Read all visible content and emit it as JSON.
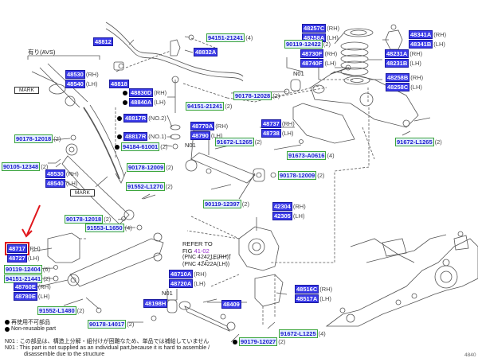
{
  "diagram": {
    "title_group": "有り(AVS)",
    "mark_label": "MARK",
    "n01_label": "N01",
    "highlight_color": "#e0161b",
    "main_label_color": "#3a3ae8",
    "std_label_border": "#3ca53c",
    "refer": {
      "line1": "REFER TO",
      "fig_prefix": "FIG",
      "fig_number": "41-02",
      "pnc1": "(PNC  42421E(RH))",
      "pnc2": "(PNC  42422A(LH))"
    },
    "labels": [
      {
        "id": "48812",
        "parts": [
          {
            "pn": "48812",
            "kind": "main"
          }
        ]
      },
      {
        "id": "48832a",
        "parts": [
          {
            "pn": "48832A",
            "kind": "main"
          }
        ]
      },
      {
        "id": "48818",
        "parts": [
          {
            "pn": "48818",
            "kind": "main"
          }
        ]
      },
      {
        "id": "94151-top",
        "parts": [
          {
            "pn": "94151-21241",
            "kind": "std",
            "suffix": "(4)"
          }
        ]
      },
      {
        "id": "94151-mid",
        "parts": [
          {
            "pn": "94151-21241",
            "kind": "std",
            "suffix": "(2)"
          }
        ]
      },
      {
        "id": "48530-avs",
        "parts": [
          {
            "pn": "48530",
            "kind": "main",
            "suffix": "(RH)"
          },
          {
            "pn": "48540",
            "kind": "main",
            "suffix": "(LH)"
          }
        ]
      },
      {
        "id": "48830",
        "parts": [
          {
            "pn": "48830D",
            "kind": "main",
            "suffix": "(RH)",
            "nonreusable": true
          },
          {
            "pn": "48840A",
            "kind": "main",
            "suffix": "(LH)",
            "nonreusable": true
          }
        ]
      },
      {
        "id": "48817r-2",
        "parts": [
          {
            "pn": "48817R",
            "kind": "main",
            "suffix": "(NO.2)",
            "nonreusable": true
          }
        ]
      },
      {
        "id": "48817r-1",
        "parts": [
          {
            "pn": "48817R",
            "kind": "main",
            "suffix": "(NO.1)",
            "nonreusable": true
          }
        ]
      },
      {
        "id": "94184",
        "parts": [
          {
            "pn": "94184-61001",
            "kind": "std",
            "suffix": "(2)",
            "nonreusable": true
          }
        ]
      },
      {
        "id": "90178-12018a",
        "parts": [
          {
            "pn": "90178-12018",
            "kind": "std",
            "suffix": "(2)"
          }
        ]
      },
      {
        "id": "90105",
        "parts": [
          {
            "pn": "90105-12348",
            "kind": "std",
            "suffix": "(2)"
          }
        ]
      },
      {
        "id": "48530-shock",
        "parts": [
          {
            "pn": "48530",
            "kind": "main",
            "suffix": "(RH)"
          },
          {
            "pn": "48540",
            "kind": "main",
            "suffix": "(LH)"
          }
        ]
      },
      {
        "id": "90178-12009a",
        "parts": [
          {
            "pn": "90178-12009",
            "kind": "std",
            "suffix": "(2)"
          }
        ]
      },
      {
        "id": "91552-l1270",
        "parts": [
          {
            "pn": "91552-L1270",
            "kind": "std",
            "suffix": "(2)"
          }
        ]
      },
      {
        "id": "90178-12018b",
        "parts": [
          {
            "pn": "90178-12018",
            "kind": "std",
            "suffix": "(2)"
          }
        ]
      },
      {
        "id": "91553",
        "parts": [
          {
            "pn": "91553-L1650",
            "kind": "std",
            "suffix": "(4)"
          }
        ]
      },
      {
        "id": "48770",
        "parts": [
          {
            "pn": "48770A",
            "kind": "main",
            "suffix": "(RH)"
          },
          {
            "pn": "48790",
            "kind": "main",
            "suffix": "(LH)"
          }
        ]
      },
      {
        "id": "91672-l1265a",
        "parts": [
          {
            "pn": "91672-L1265",
            "kind": "std",
            "suffix": "(2)"
          }
        ]
      },
      {
        "id": "90119-12397",
        "parts": [
          {
            "pn": "90119-12397",
            "kind": "std",
            "suffix": "(2)"
          }
        ]
      },
      {
        "id": "90178-12009b",
        "parts": [
          {
            "pn": "90178-12009",
            "kind": "std",
            "suffix": "(2)"
          }
        ]
      },
      {
        "id": "90178-12028",
        "parts": [
          {
            "pn": "90178-12028",
            "kind": "std",
            "suffix": "(2)"
          }
        ]
      },
      {
        "id": "48737",
        "parts": [
          {
            "pn": "48737",
            "kind": "main",
            "suffix": "(RH)"
          },
          {
            "pn": "48738",
            "kind": "main",
            "suffix": "(LH)"
          }
        ]
      },
      {
        "id": "91673",
        "parts": [
          {
            "pn": "91673-A0616",
            "kind": "std",
            "suffix": "(4)"
          }
        ]
      },
      {
        "id": "91672-l1265b",
        "parts": [
          {
            "pn": "91672-L1265",
            "kind": "std",
            "suffix": "(2)"
          }
        ]
      },
      {
        "id": "48257",
        "parts": [
          {
            "pn": "48257C",
            "kind": "main",
            "suffix": "(RH)"
          },
          {
            "pn": "48258A",
            "kind": "main",
            "suffix": "(LH)"
          }
        ]
      },
      {
        "id": "90119-12422",
        "parts": [
          {
            "pn": "90119-12422",
            "kind": "std",
            "suffix": "(2)"
          }
        ]
      },
      {
        "id": "48730",
        "parts": [
          {
            "pn": "48730F",
            "kind": "main",
            "suffix": "(RH)"
          },
          {
            "pn": "48740F",
            "kind": "main",
            "suffix": "(LH)"
          }
        ]
      },
      {
        "id": "48341",
        "parts": [
          {
            "pn": "48341A",
            "kind": "main",
            "suffix": "(RH)"
          },
          {
            "pn": "48341B",
            "kind": "main",
            "suffix": "(LH)"
          }
        ]
      },
      {
        "id": "48231",
        "parts": [
          {
            "pn": "48231A",
            "kind": "main",
            "suffix": "(RH)"
          },
          {
            "pn": "48231B",
            "kind": "main",
            "suffix": "(LH)"
          }
        ]
      },
      {
        "id": "48258",
        "parts": [
          {
            "pn": "48258B",
            "kind": "main",
            "suffix": "(RH)"
          },
          {
            "pn": "48258C",
            "kind": "main",
            "suffix": "(LH)"
          }
        ]
      },
      {
        "id": "42304",
        "parts": [
          {
            "pn": "42304",
            "kind": "main",
            "suffix": "(RH)"
          },
          {
            "pn": "42305",
            "kind": "main",
            "suffix": "(LH)"
          }
        ]
      },
      {
        "id": "48717",
        "parts": [
          {
            "pn": "48717",
            "kind": "main",
            "suffix": "(RH)",
            "highlight": true
          },
          {
            "pn": "48727",
            "kind": "main",
            "suffix": "(LH)"
          }
        ]
      },
      {
        "id": "90119-12404",
        "parts": [
          {
            "pn": "90119-12404",
            "kind": "std",
            "suffix": "(6)"
          }
        ]
      },
      {
        "id": "94151-21441",
        "parts": [
          {
            "pn": "94151-21441",
            "kind": "std",
            "suffix": "(2)"
          }
        ]
      },
      {
        "id": "48760",
        "parts": [
          {
            "pn": "48760E",
            "kind": "main",
            "suffix": "(RH)"
          },
          {
            "pn": "48780E",
            "kind": "main",
            "suffix": "(LH)"
          }
        ]
      },
      {
        "id": "91552-l1480",
        "parts": [
          {
            "pn": "91552-L1480",
            "kind": "std",
            "suffix": "(2)"
          }
        ]
      },
      {
        "id": "48710",
        "parts": [
          {
            "pn": "48710A",
            "kind": "main",
            "suffix": "(RH)"
          },
          {
            "pn": "48720A",
            "kind": "main",
            "suffix": "(LH)"
          }
        ]
      },
      {
        "id": "48198h",
        "parts": [
          {
            "pn": "48198H",
            "kind": "main"
          }
        ]
      },
      {
        "id": "48409",
        "parts": [
          {
            "pn": "48409",
            "kind": "main"
          }
        ]
      },
      {
        "id": "90178-14017",
        "parts": [
          {
            "pn": "90178-14017",
            "kind": "std",
            "suffix": "(2)"
          }
        ]
      },
      {
        "id": "90179-12027",
        "parts": [
          {
            "pn": "90179-12027",
            "kind": "std",
            "suffix": "(2)",
            "nonreusable": true
          }
        ]
      },
      {
        "id": "48516",
        "parts": [
          {
            "pn": "48516C",
            "kind": "main",
            "suffix": "(RH)"
          },
          {
            "pn": "48517A",
            "kind": "main",
            "suffix": "(LH)"
          }
        ]
      },
      {
        "id": "91672-l1225",
        "parts": [
          {
            "pn": "91672-L1225",
            "kind": "std",
            "suffix": "(4)"
          }
        ]
      }
    ],
    "legend": {
      "jp": "再使用不可部品",
      "en": "Non-reusable part"
    },
    "notes": {
      "n01_jp": "N01 : この部品は、構造上分解・組付けが困難なため、単品では補給していません",
      "n01_en_1": "N01 :  This part is not supplied as an individual part,because it is hard to assemble /",
      "n01_en_2": "disassemble due to the structure"
    },
    "figure_code": "4840"
  }
}
